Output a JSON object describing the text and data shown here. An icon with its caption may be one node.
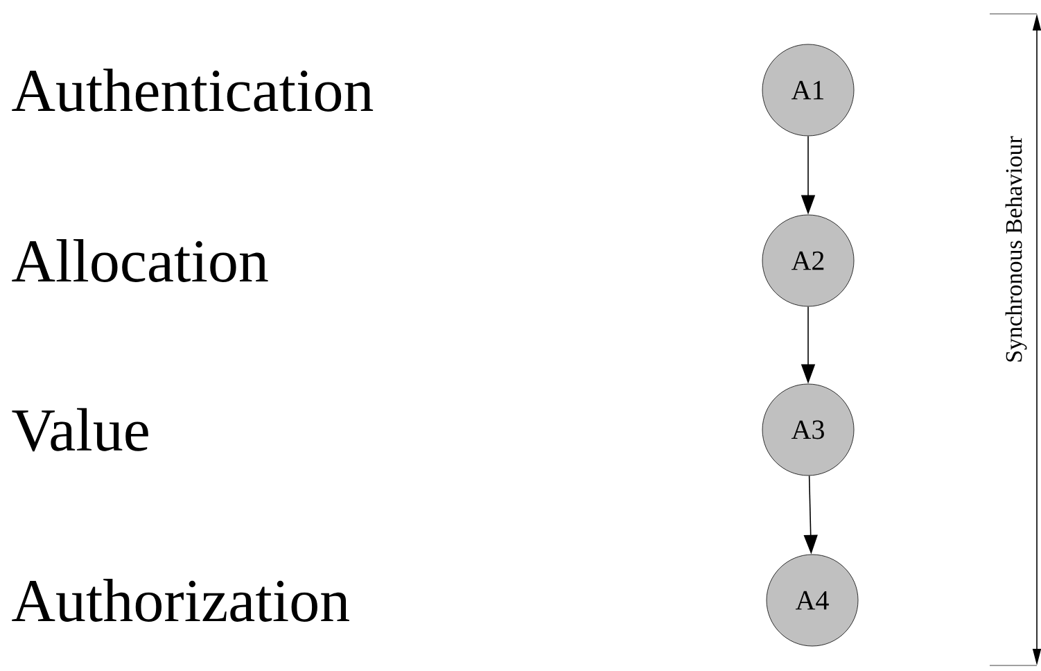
{
  "diagram": {
    "nodes": [
      {
        "text": [
          "A1"
        ]
      },
      {
        "text": [
          "A2"
        ]
      },
      {
        "text": [
          "A3"
        ]
      },
      {
        "text": [
          "A4"
        ]
      }
    ],
    "edges": [
      {
        "from": 0,
        "to": 1,
        "arrow": "to"
      },
      {
        "from": 1,
        "to": 2,
        "arrow": "to"
      },
      {
        "from": 2,
        "to": 3,
        "arrow": "to"
      }
    ],
    "labels": [
      "Authentication",
      "Allocation",
      "Value",
      "Authorization",
      "Synchronous Behaviour"
    ]
  }
}
